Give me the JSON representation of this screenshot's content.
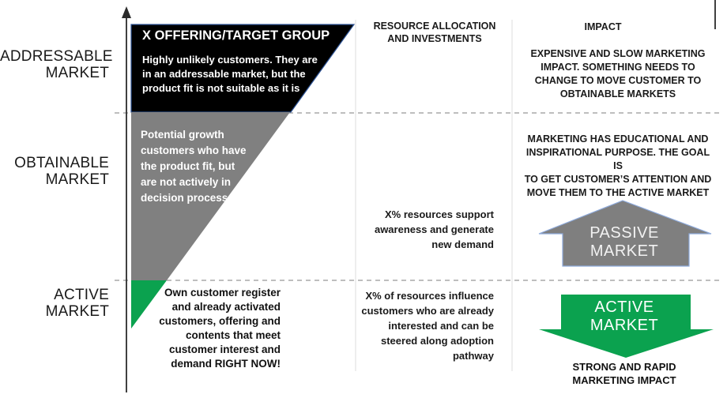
{
  "colors": {
    "black_segment": "#000000",
    "black_segment_border": "#2f5597",
    "gray_segment": "#808080",
    "green_segment": "#0ba24f",
    "arrow_gray_fill": "#7f7f7f",
    "arrow_gray_border": "#8eaadb",
    "arrow_green_fill": "#0ba24f",
    "dashed_line": "#a8a8a8",
    "column_divider": "#e3e3e3",
    "axis": "#2b2b2b",
    "passive_label_color": "#f2f2f2",
    "active_label_color": "#ffffff"
  },
  "left_labels": {
    "addressable": "ADDRESSABLE\nMARKET",
    "obtainable": "OBTAINABLE\nMARKET",
    "active": "ACTIVE\nMARKET"
  },
  "funnel": {
    "black_title": "X OFFERING/TARGET GROUP",
    "black_body": "Highly unlikely customers. They are\nin an addressable market, but the\nproduct fit is not suitable as it is",
    "gray_body": "Potential growth\ncustomers who have\nthe product fit, but\nare not actively in\ndecision  process",
    "active_body": "Own customer register\nand already activated\ncustomers, offering and\ncontents that meet\ncustomer interest and\ndemand RIGHT NOW!"
  },
  "resource_column": {
    "header": "RESOURCE ALLOCATION\nAND INVESTMENTS",
    "obtainable_text": "X% resources support\nawareness and generate\nnew demand",
    "active_text": "X% of resources influence\ncustomers who are already\ninterested and can be\nsteered along adoption\npathway"
  },
  "impact_column": {
    "header": "IMPACT",
    "addressable_text": "EXPENSIVE AND SLOW MARKETING\nIMPACT. SOMETHING NEEDS TO\nCHANGE TO MOVE CUSTOMER TO\nOBTAINABLE MARKETS",
    "obtainable_text": "MARKETING HAS EDUCATIONAL AND\nINSPIRATIONAL PURPOSE. THE GOAL IS\nTO GET CUSTOMER’S ATTENTION AND\nMOVE THEM TO THE ACTIVE MARKET",
    "passive_arrow_label": "PASSIVE\nMARKET",
    "active_arrow_label": "ACTIVE\nMARKET",
    "active_footnote": "STRONG AND RAPID\nMARKETING IMPACT"
  }
}
